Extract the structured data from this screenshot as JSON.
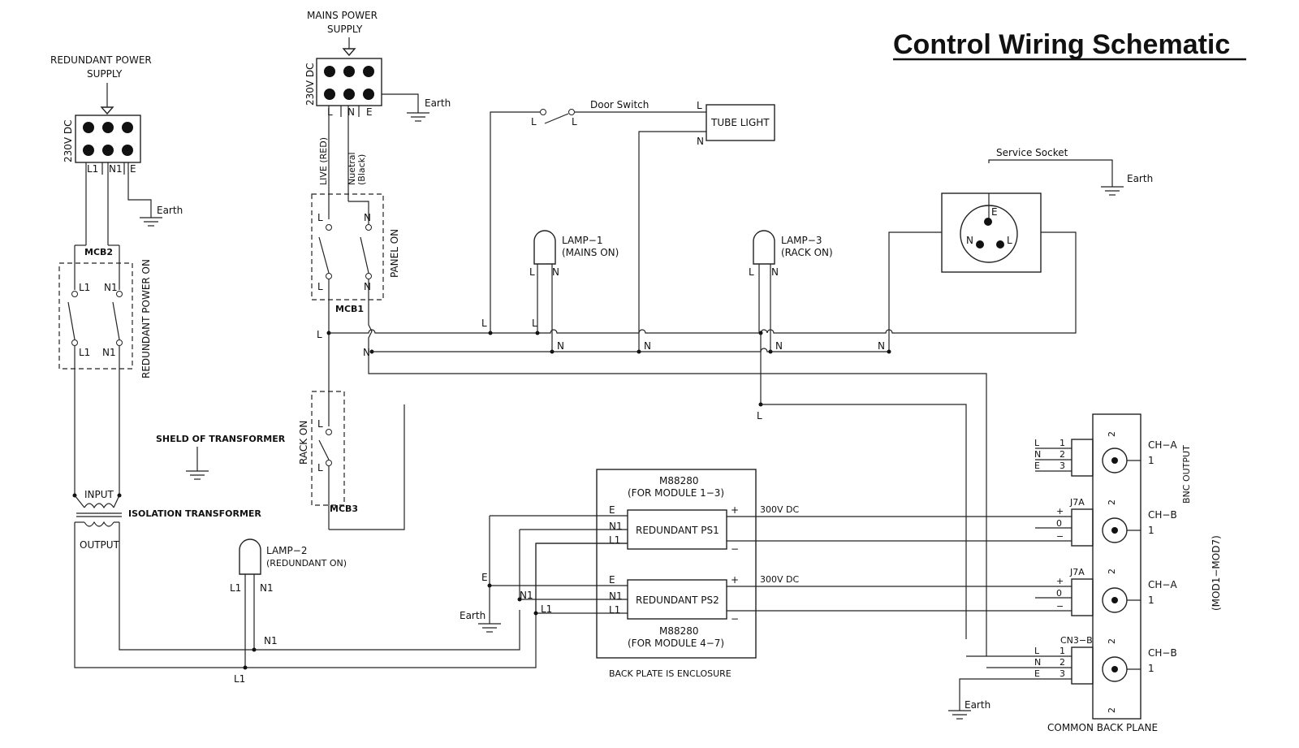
{
  "title": "Control Wiring Schematic",
  "redundant_supply": {
    "label1": "REDUNDANT POWER",
    "label2": "SUPPLY",
    "voltage": "230V DC",
    "pins": [
      "L1",
      "N1",
      "E"
    ],
    "earth": "Earth"
  },
  "mains_supply": {
    "label1": "MAINS POWER",
    "label2": "SUPPLY",
    "voltage": "230V DC",
    "pins": [
      "L",
      "N",
      "E"
    ],
    "earth": "Earth"
  },
  "wires": {
    "live": "LIVE (RED)",
    "neutral1": "Nuetral",
    "neutral2": "(Black)"
  },
  "mcb2": {
    "name": "MCB2",
    "side": "REDUNDANT POWER ON",
    "top": [
      "L1",
      "N1"
    ],
    "bottom": [
      "L1",
      "N1"
    ]
  },
  "mcb1": {
    "name": "MCB1",
    "side": "PANEL ON",
    "top": [
      "L",
      "N"
    ],
    "bottom": [
      "L",
      "N"
    ]
  },
  "mcb3": {
    "name": "MCB3",
    "side": "RACK ON",
    "top": "L",
    "bottom": "L"
  },
  "door": {
    "label": "Door Switch",
    "l1": "L",
    "l2": "L"
  },
  "tube": {
    "label": "TUBE LIGHT",
    "l": "L",
    "n": "N"
  },
  "socket": {
    "label": "Service Socket",
    "earth": "Earth",
    "e": "E",
    "n": "N",
    "l": "L"
  },
  "lamp1": {
    "name": "LAMP−1",
    "desc": "(MAINS ON)",
    "l": "L",
    "n": "N"
  },
  "lamp3": {
    "name": "LAMP−3",
    "desc": "(RACK ON)",
    "l": "L",
    "n": "N"
  },
  "lamp2": {
    "name": "LAMP−2",
    "desc": "(REDUNDANT ON)",
    "l": "L1",
    "n": "N1"
  },
  "bus": {
    "l": "L",
    "n": "N",
    "lbot": "L",
    "n1": "N1",
    "l1": "L1",
    "e": "E",
    "earth": "Earth"
  },
  "transformer": {
    "shield": "SHELD OF TRANSFORMER",
    "input": "INPUT",
    "name": "ISOLATION TRANSFORMER",
    "output": "OUTPUT"
  },
  "module": {
    "top1": "M88280",
    "top2": "(FOR MODULE 1−3)",
    "bot1": "M88280",
    "bot2": "(FOR MODULE 4−7)",
    "ps1": "REDUNDANT  PS1",
    "ps2": "REDUNDANT  PS2",
    "e": "E",
    "n1": "N1",
    "l1": "L1",
    "plus": "+",
    "minus": "−",
    "out": "300V DC",
    "note": "BACK PLATE IS ENCLOSURE"
  },
  "backplane": {
    "label": "COMMON  BACK  PLANE",
    "side": "(MOD1−MOD7)",
    "bnc": "BNC OUTPUT",
    "j1": "J7A",
    "j2": "J7A",
    "cn": "CN3−B",
    "channels": [
      {
        "name": "CH−A",
        "num": "1"
      },
      {
        "name": "CH−B",
        "num": "1"
      },
      {
        "name": "CH−A",
        "num": "1"
      },
      {
        "name": "CH−B",
        "num": "1"
      }
    ],
    "two": "2",
    "conn_top": [
      {
        "a": "L",
        "b": "1"
      },
      {
        "a": "N",
        "b": "2"
      },
      {
        "a": "E",
        "b": "3"
      }
    ],
    "conn_pm": [
      {
        "a": "+"
      },
      {
        "a": "0"
      },
      {
        "a": "−"
      }
    ],
    "conn_bot": [
      {
        "a": "L",
        "b": "1"
      },
      {
        "a": "N",
        "b": "2"
      },
      {
        "a": "E",
        "b": "3"
      }
    ],
    "earth": "Earth"
  }
}
